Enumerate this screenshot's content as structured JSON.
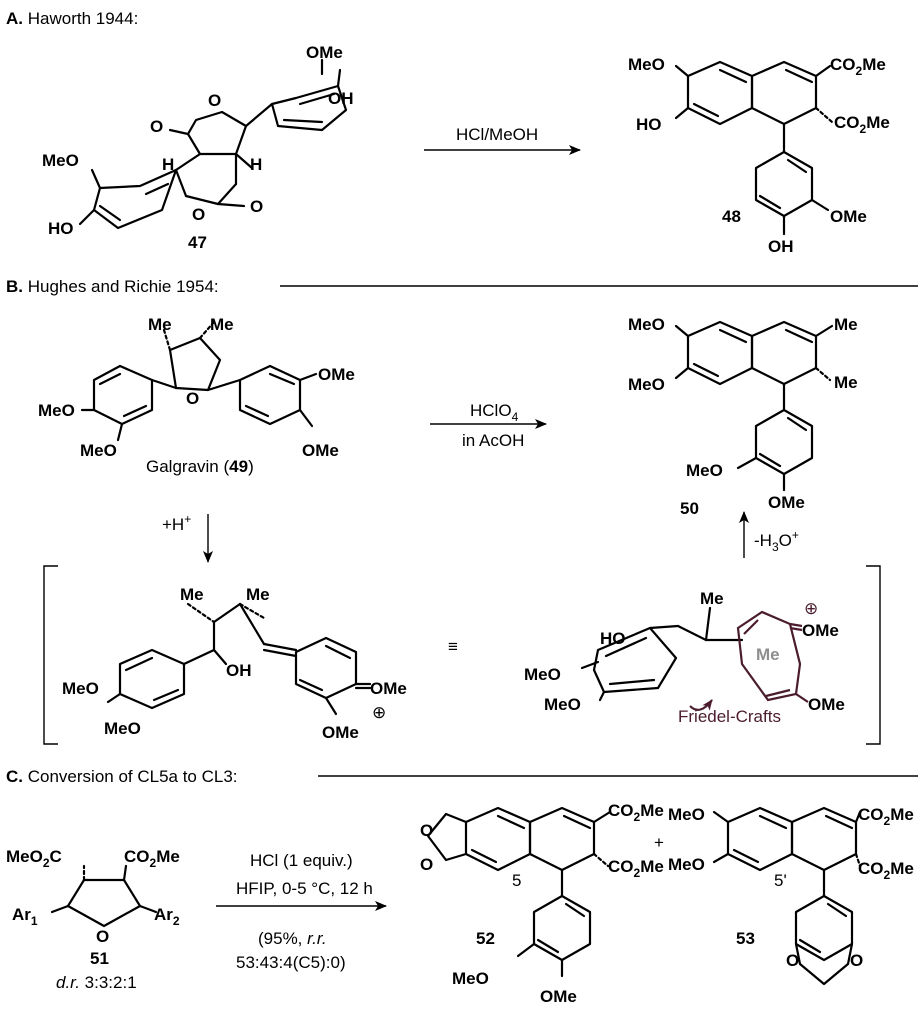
{
  "sections": {
    "a": {
      "letter": "A.",
      "title": "Haworth 1944:"
    },
    "b": {
      "letter": "B.",
      "title": "Hughes and Richie 1954:"
    },
    "c": {
      "letter": "C.",
      "title": "Conversion of CL5a to CL3:"
    }
  },
  "compounds": {
    "c47": {
      "number": "47",
      "labels": {
        "ome": "OMe",
        "oh": "OH",
        "meo": "MeO",
        "ho": "HO",
        "h": "H",
        "o": "O"
      }
    },
    "c48": {
      "number": "48",
      "labels": {
        "meo": "MeO",
        "ho": "HO",
        "ester": "CO",
        "sub2": "2",
        "me": "Me",
        "ome": "OMe",
        "oh": "OH"
      }
    },
    "c49": {
      "number": "49",
      "name_prefix": "Galgravin (",
      "name_suffix": ")",
      "labels": {
        "me": "Me",
        "o": "O",
        "meo": "MeO",
        "ome": "OMe"
      }
    },
    "c50": {
      "number": "50",
      "labels": {
        "meo": "MeO",
        "me": "Me",
        "ome": "OMe"
      }
    },
    "cation": {
      "labels": {
        "me": "Me",
        "oh": "OH",
        "meo": "MeO",
        "ome": "OMe",
        "plus": "⊕"
      }
    },
    "cation3d": {
      "labels": {
        "ho": "HO",
        "me": "Me",
        "meo": "MeO",
        "ome": "OMe",
        "plus": "⊕",
        "me_grey": "Me"
      },
      "annotation": "Friedel-Crafts"
    },
    "c51": {
      "number": "51",
      "labels": {
        "meo2c": "MeO",
        "meo2c_sub": "2",
        "meo2c_c": "C",
        "co2me": "CO",
        "sub2": "2",
        "me": "Me",
        "ar": "Ar",
        "s1": "1",
        "s2": "2",
        "o": "O"
      },
      "dr_italic": "d.r.",
      "dr_value": " 3:3:2:1"
    },
    "c52": {
      "number": "52",
      "position": "5",
      "labels": {
        "o": "O",
        "co": "CO",
        "sub2": "2",
        "me": "Me",
        "meo": "MeO",
        "ome": "OMe"
      }
    },
    "c53": {
      "number": "53",
      "position": "5'",
      "labels": {
        "meo": "MeO",
        "co": "CO",
        "sub2": "2",
        "me": "Me",
        "o": "O"
      }
    }
  },
  "reactions": {
    "a": {
      "reagent": "HCl/MeOH"
    },
    "b": {
      "reagent_1_main": "HClO",
      "reagent_1_sub": "4",
      "reagent_2": "in AcOH",
      "protonation": "+H",
      "protonation_sup": "+",
      "elimination_pre": "-H",
      "elimination_sub": "3",
      "elimination_post": "O",
      "elimination_sup": "+",
      "equivalence": "≡"
    },
    "c": {
      "reagent_1": "HCl (1 equiv.)",
      "reagent_2": "HFIP, 0-5 °C, 12 h",
      "yield_pre": "(95%, ",
      "yield_italic": "r.r.",
      "ratio": "53:43:4(C5):0)",
      "plus": "+"
    }
  },
  "colors": {
    "text": "#000000",
    "annotation": "#4a1c2e",
    "hidden_methyl": "#8e8e8e"
  }
}
